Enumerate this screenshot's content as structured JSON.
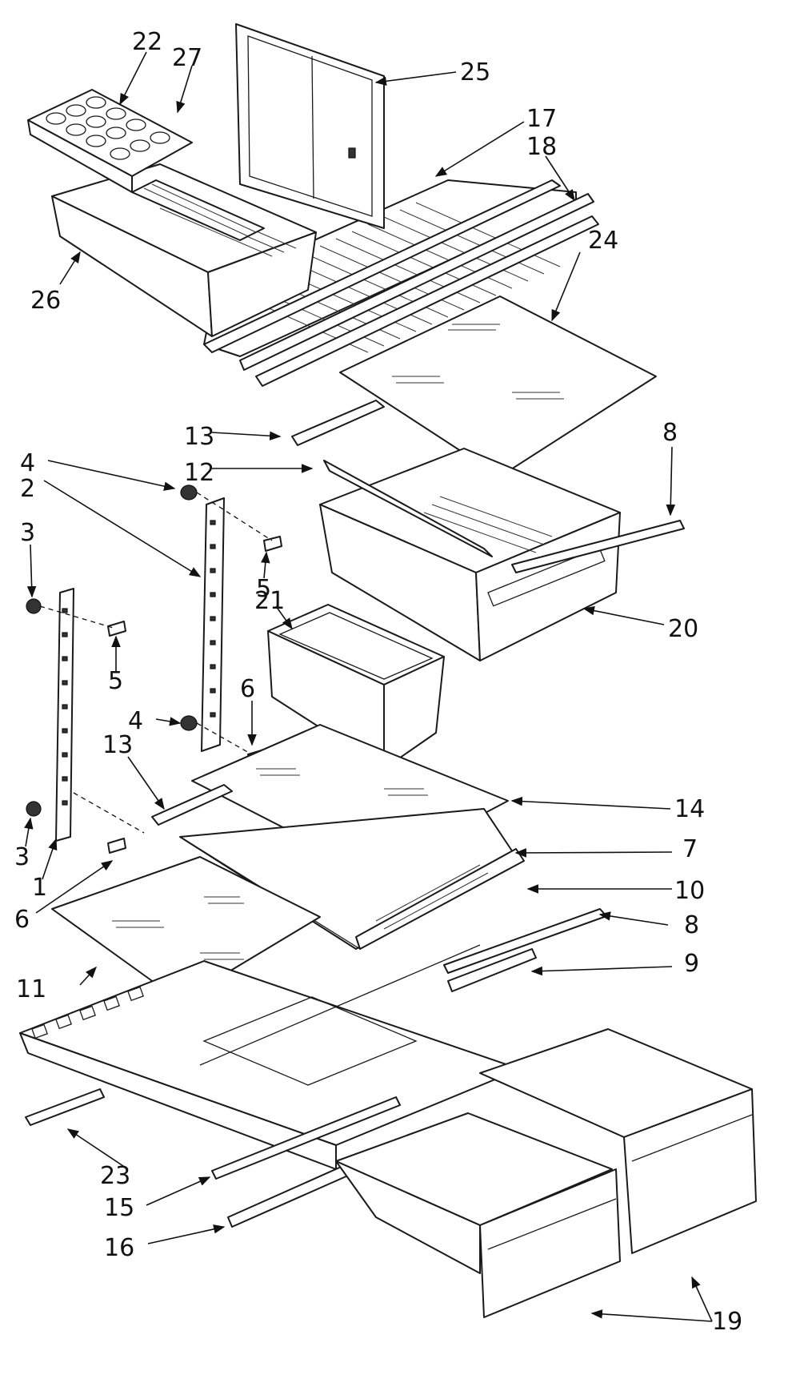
{
  "callouts": {
    "n1": "1",
    "n2": "2",
    "n3a": "3",
    "n3b": "3",
    "n4a": "4",
    "n4b": "4",
    "n5a": "5",
    "n5b": "5",
    "n6a": "6",
    "n6b": "6",
    "n7": "7",
    "n8a": "8",
    "n8b": "8",
    "n9": "9",
    "n10": "10",
    "n11": "11",
    "n12": "12",
    "n13a": "13",
    "n13b": "13",
    "n14": "14",
    "n15": "15",
    "n16": "16",
    "n17": "17",
    "n18": "18",
    "n19": "19",
    "n20": "20",
    "n21": "21",
    "n22": "22",
    "n23": "23",
    "n24": "24",
    "n25": "25",
    "n26": "26",
    "n27": "27"
  }
}
